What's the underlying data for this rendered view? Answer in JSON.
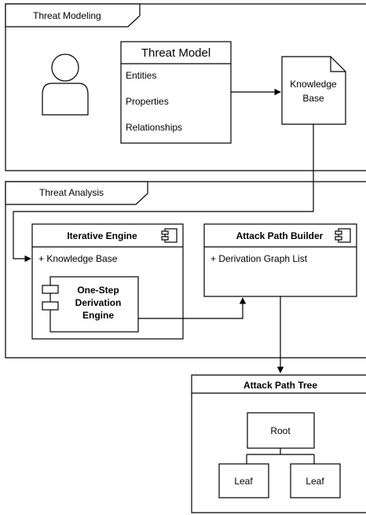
{
  "threat_modeling": {
    "frame_label": "Threat Modeling",
    "threat_model": {
      "title": "Threat Model",
      "items": [
        "Entities",
        "Properties",
        "Relationships"
      ]
    },
    "knowledge_base_doc": [
      "Knowledge",
      "Base"
    ]
  },
  "threat_analysis": {
    "frame_label": "Threat Analysis",
    "iterative_engine": {
      "title": "Iterative Engine",
      "attribute": "+ Knowledge Base",
      "inner_component": [
        "One-Step",
        "Derivation",
        "Engine"
      ]
    },
    "attack_path_builder": {
      "title": "Attack Path Builder",
      "attribute": "+ Derivation Graph List"
    }
  },
  "attack_path_tree": {
    "title": "Attack Path Tree",
    "root": "Root",
    "leaves": [
      "Leaf",
      "Leaf"
    ]
  }
}
